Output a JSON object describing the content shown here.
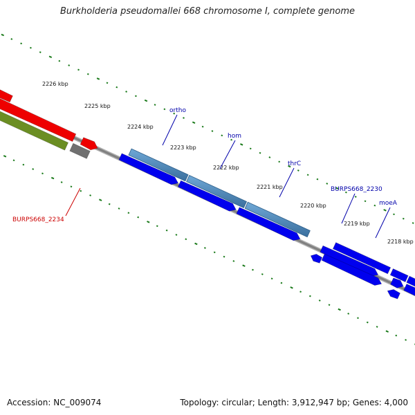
{
  "title": "Burkholderia pseudomallei 668 chromosome I, complete genome",
  "footer": {
    "accession": "Accession: NC_009074",
    "summary": "Topology: circular; Length: 3,912,947 bp; Genes: 4,000"
  },
  "colors": {
    "backbone": "#808080",
    "tick": "#1a7a1a",
    "forward_gene": "#4682b4",
    "cds": "#0000ee",
    "red_gene": "#ee0000",
    "olive_gene": "#6b8e23",
    "gray_gene": "#707070",
    "blue_label": "#0000aa",
    "red_label": "#cc0000"
  },
  "ticks": [
    {
      "label": "2226 kbp"
    },
    {
      "label": "2225 kbp"
    },
    {
      "label": "2224 kbp"
    },
    {
      "label": "2223 kbp"
    },
    {
      "label": "2222 kbp"
    },
    {
      "label": "2221 kbp"
    },
    {
      "label": "2220 kbp"
    },
    {
      "label": "2219 kbp"
    },
    {
      "label": "2218 kbp"
    }
  ],
  "gene_labels": [
    {
      "text": "ortho",
      "color": "#0000aa"
    },
    {
      "text": "hom",
      "color": "#0000aa"
    },
    {
      "text": "thrC",
      "color": "#0000aa"
    },
    {
      "text": "BURPS668_2230",
      "color": "#0000aa"
    },
    {
      "text": "moeA",
      "color": "#0000aa"
    },
    {
      "text": "BURPS668_2234",
      "color": "#cc0000"
    }
  ]
}
